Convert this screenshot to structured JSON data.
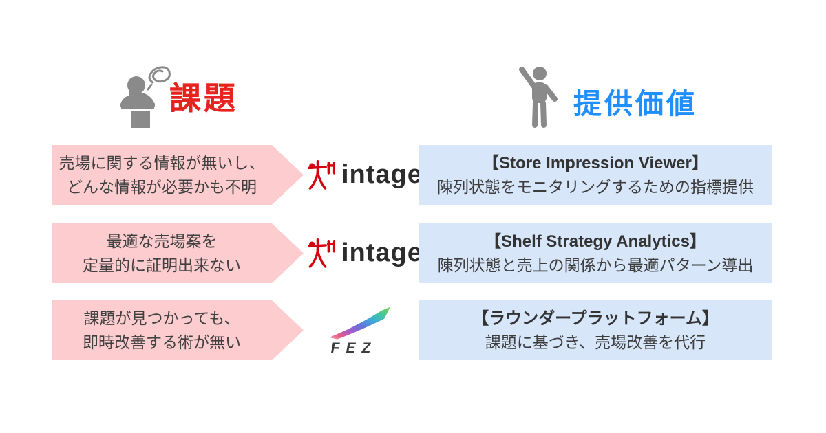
{
  "headers": {
    "left": {
      "label": "課題",
      "color": "#e8231f",
      "icon": "thinking-person-icon"
    },
    "right": {
      "label": "提供価値",
      "color": "#1f8fff",
      "icon": "raising-hand-person-icon"
    }
  },
  "rows": [
    {
      "problem_lines": [
        "売場に関する情報が無いし、",
        "どんな情報が必要かも不明"
      ],
      "logo": "intage",
      "value_title": "【Store Impression Viewer】",
      "value_desc": "陳列状態をモニタリングするための指標提供"
    },
    {
      "problem_lines": [
        "最適な売場案を",
        "定量的に証明出来ない"
      ],
      "logo": "intage",
      "value_title": "【Shelf Strategy Analytics】",
      "value_desc": "陳列状態と売上の関係から最適パターン導出"
    },
    {
      "problem_lines": [
        "課題が見つかっても、",
        "即時改善する術が無い"
      ],
      "logo": "fez",
      "value_title": "【ラウンダープラットフォーム】",
      "value_desc": "課題に基づき、売場改善を代行"
    }
  ],
  "logos": {
    "intage": {
      "text": "intage",
      "mark": "®",
      "symbol_color": "#d7000f",
      "text_color": "#2c2c2c"
    },
    "fez": {
      "text": "FEZ",
      "text_color": "#3c3c3c"
    }
  },
  "colors": {
    "problem_box": "#fccccf",
    "value_box": "#d8e6fa",
    "issue_red": "#e8231f",
    "value_blue": "#1f8fff",
    "icon_gray": "#8a8a8a",
    "body_text": "#404040"
  }
}
